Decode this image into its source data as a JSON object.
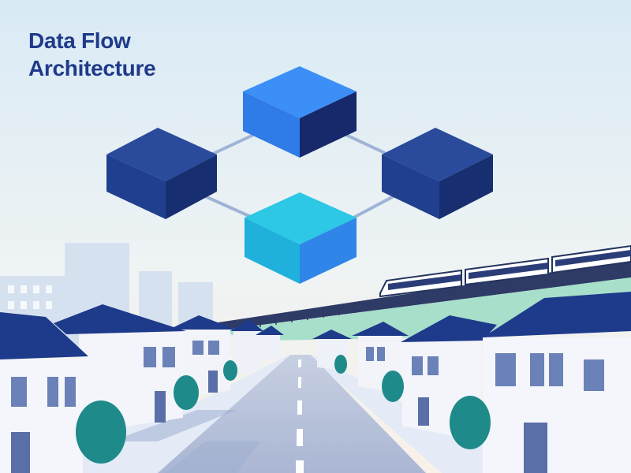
{
  "title": "Data Flow\nArchitecture",
  "colors": {
    "title": "#1f3a8a",
    "sky_top": "#d9eaf5",
    "sky_bottom": "#f8f1e8",
    "block_navy": "#1e3a8a",
    "block_blue": "#3b82f6",
    "block_cyan": "#22c3e6",
    "connector": "#9fb3d6",
    "roof": "#1e3a8a",
    "wall": "#f3f5fb",
    "tree": "#1f8a8a",
    "rail_bridge": "#9ddcc8",
    "road": "#b9c3dd"
  },
  "illustration": {
    "blocks": [
      "block-top",
      "block-left",
      "block-right",
      "block-bottom"
    ],
    "elements": [
      "train",
      "elevated-railway",
      "road",
      "houses",
      "trees",
      "skyline"
    ]
  }
}
